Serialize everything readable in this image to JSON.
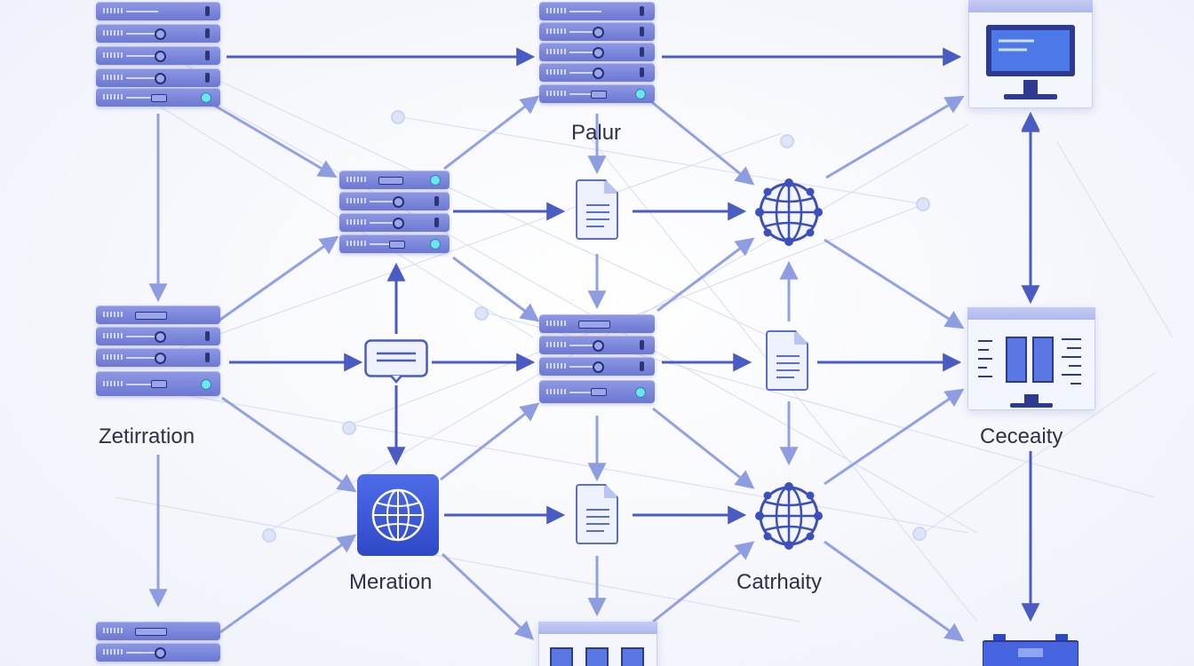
{
  "labels": {
    "top_center": "Palur",
    "left_mid": "Zetirration",
    "center_globe": "Meration",
    "right_globe": "Catrhaity",
    "right_monitor": "Ceceaity"
  },
  "icons": {
    "server": "server-rack-icon",
    "document": "document-icon",
    "globe": "globe-network-icon",
    "monitor": "monitor-icon",
    "message": "message-box-icon"
  },
  "colors": {
    "accent": "#5b6fd6",
    "arrow": "#4a5bc4",
    "line_light": "#b8c2ee",
    "background": "#f6f7fc"
  }
}
